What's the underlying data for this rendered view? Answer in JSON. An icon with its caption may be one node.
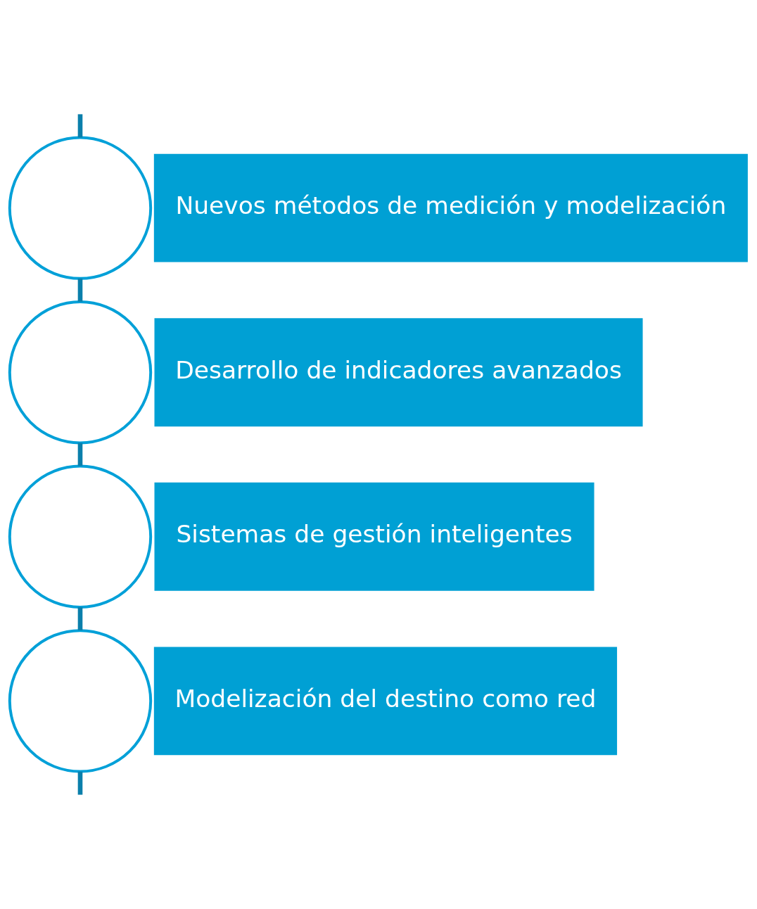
{
  "diagram": {
    "nodes": [
      {
        "text": [],
        "shape": "circle"
      },
      {
        "text": [
          "Nuevos métodos de medición y modelización"
        ]
      },
      {
        "text": [],
        "shape": "circle"
      },
      {
        "text": [
          "Desarrollo de indicadores avanzados"
        ]
      },
      {
        "text": [],
        "shape": "circle"
      },
      {
        "text": [
          "Sistemas de gestión inteligentes"
        ]
      },
      {
        "text": [],
        "shape": "circle"
      },
      {
        "text": [
          "Modelización del destino como red"
        ]
      }
    ],
    "edges": [
      {
        "from": null,
        "to": 0,
        "arrow": "none"
      },
      {
        "from": 0,
        "to": 2,
        "arrow": "none"
      },
      {
        "from": 2,
        "to": 4,
        "arrow": "none"
      },
      {
        "from": 4,
        "to": 6,
        "arrow": "none"
      },
      {
        "from": 6,
        "to": null,
        "arrow": "none"
      }
    ]
  }
}
